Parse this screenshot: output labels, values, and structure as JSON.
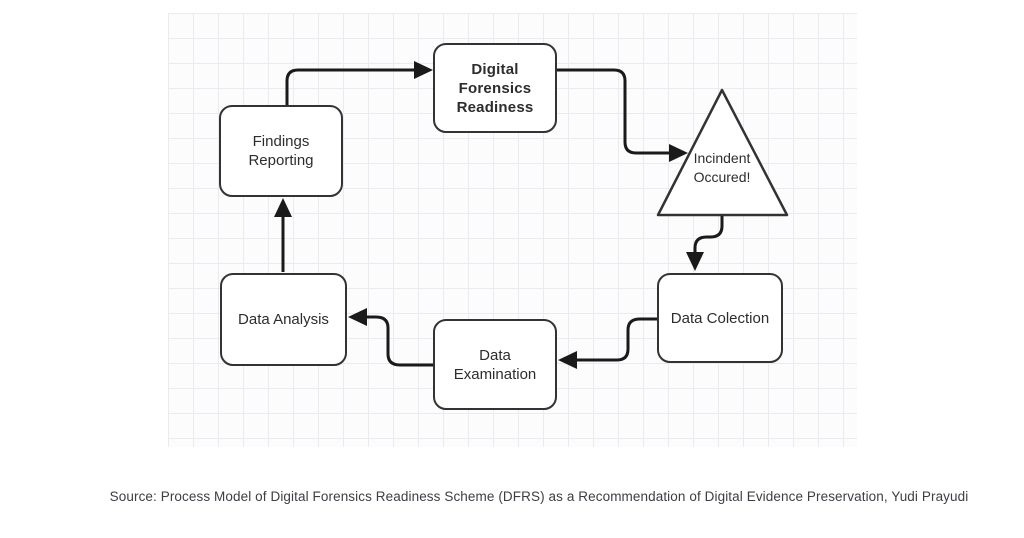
{
  "diagram": {
    "title_node": "Digital Forensics Readiness",
    "nodes": {
      "dfr": {
        "label": "Digital Forensics Readiness",
        "shape": "rounded-rect"
      },
      "incident": {
        "label": "Incindent Occured!",
        "shape": "triangle"
      },
      "collection": {
        "label": "Data Colection",
        "shape": "rounded-rect"
      },
      "examination": {
        "label": "Data Examination",
        "shape": "rounded-rect"
      },
      "analysis": {
        "label": "Data Analysis",
        "shape": "rounded-rect"
      },
      "reporting": {
        "label": "Findings Reporting",
        "shape": "rounded-rect"
      }
    },
    "flow": [
      "Findings Reporting -> Digital Forensics Readiness",
      "Digital Forensics Readiness -> Incindent Occured!",
      "Incindent Occured! -> Data Colection",
      "Data Colection -> Data Examination",
      "Data Examination -> Data Analysis",
      "Data Analysis -> Findings Reporting"
    ],
    "colors": {
      "node_border": "#333333",
      "node_fill": "#ffffff",
      "arrow": "#1a1a1a",
      "grid_line": "#e9ebf2",
      "canvas_bg": "#fcfcfd",
      "text": "#2d2d2d"
    }
  },
  "caption": {
    "text": "Source: Process Model of Digital Forensics Readiness Scheme (DFRS) as a Recommendation of Digital Evidence Preservation, Yudi Prayudi"
  }
}
